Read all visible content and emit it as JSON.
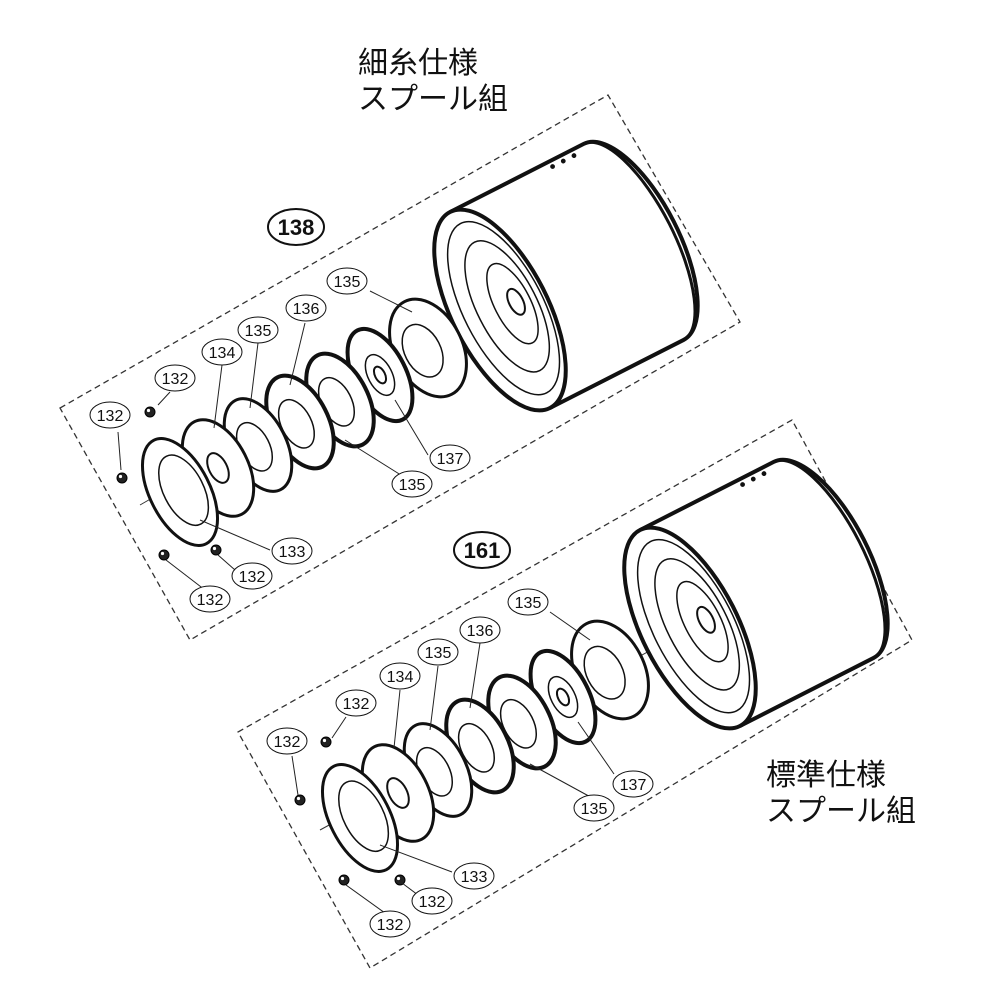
{
  "labels": {
    "fine_line_spec": {
      "line1": "細糸仕様",
      "line2": "スプール組"
    },
    "standard_spec": {
      "line1": "標準仕様",
      "line2": "スプール組"
    }
  },
  "assemblies": {
    "top": {
      "assembly_number": "138",
      "parts": {
        "ring_rear": "135",
        "washer_b": "136",
        "washer_a": "135",
        "bushing": "134",
        "screw_upper": "132",
        "screw_left": "132",
        "drag_washer": "137",
        "washer_c": "135",
        "cap": "133",
        "screw_lower_right": "132",
        "screw_lower_left": "132"
      }
    },
    "bottom": {
      "assembly_number": "161",
      "parts": {
        "ring_rear": "135",
        "washer_b": "136",
        "washer_a": "135",
        "bushing": "134",
        "screw_upper": "132",
        "screw_left": "132",
        "drag_washer": "137",
        "washer_c": "135",
        "cap": "133",
        "screw_lower_right": "132",
        "screw_lower_left": "132"
      }
    }
  }
}
